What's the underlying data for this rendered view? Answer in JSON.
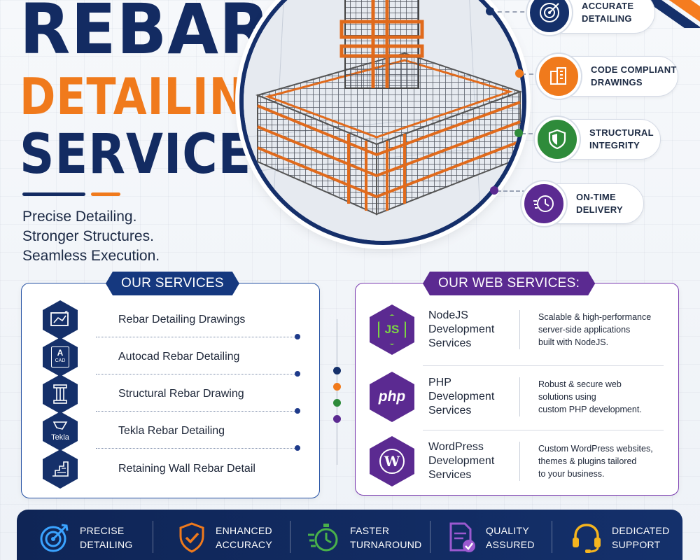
{
  "hero": {
    "title_line1": "REBAR",
    "title_line2": "DETAILING",
    "title_line3": "SERVICES",
    "tagline": [
      "Precise Detailing.",
      "Stronger Structures.",
      "Seamless Execution."
    ]
  },
  "features": [
    {
      "line1": "ACCURATE",
      "line2": "DETAILING",
      "icon": "target-icon",
      "color": "#15306a"
    },
    {
      "line1": "CODE COMPLIANT",
      "line2": "DRAWINGS",
      "icon": "building-icon",
      "color": "#f07a1c"
    },
    {
      "line1": "STRUCTURAL",
      "line2": "INTEGRITY",
      "icon": "shield-icon",
      "color": "#2e8b3a"
    },
    {
      "line1": "ON-TIME",
      "line2": "DELIVERY",
      "icon": "clock-icon",
      "color": "#5b2a91"
    }
  ],
  "services": {
    "heading": "OUR SERVICES",
    "items": [
      {
        "label": "Rebar Detailing Drawings",
        "icon": "drawing-icon"
      },
      {
        "label": "Autocad Rebar Detailing",
        "icon": "autocad-icon",
        "badge_top": "A",
        "badge_bottom": "CAD"
      },
      {
        "label": "Structural Rebar Drawing",
        "icon": "column-icon"
      },
      {
        "label": "Tekla Rebar Detailing",
        "icon": "tekla-icon",
        "badge": "Tekla"
      },
      {
        "label": "Retaining Wall Rebar Detail",
        "icon": "wall-icon"
      }
    ]
  },
  "web_services": {
    "heading": "OUR WEB SERVICES:",
    "items": [
      {
        "title": [
          "NodeJS",
          "Development",
          "Services"
        ],
        "desc": [
          "Scalable & high-performance",
          "server-side applications",
          "built with NodeJS."
        ],
        "icon": "nodejs-icon",
        "badge": "JS"
      },
      {
        "title": [
          "PHP",
          "Development",
          "Services"
        ],
        "desc": [
          "Robust & secure web",
          "solutions using",
          "custom PHP development."
        ],
        "icon": "php-icon",
        "badge": "php"
      },
      {
        "title": [
          "WordPress",
          "Development",
          "Services"
        ],
        "desc": [
          "Custom WordPress websites,",
          "themes & plugins tailored",
          "to your business."
        ],
        "icon": "wordpress-icon",
        "badge": "W"
      }
    ]
  },
  "bottom_bar": [
    {
      "line1": "PRECISE",
      "line2": "DETAILING",
      "icon": "target-arrow-icon",
      "color": "#3aa3ff"
    },
    {
      "line1": "ENHANCED",
      "line2": "ACCURACY",
      "icon": "shield-check-icon",
      "color": "#f07a1c"
    },
    {
      "line1": "FASTER",
      "line2": "TURNAROUND",
      "icon": "stopwatch-icon",
      "color": "#49b14a"
    },
    {
      "line1": "QUALITY",
      "line2": "ASSURED",
      "icon": "document-check-icon",
      "color": "#9b59d0"
    },
    {
      "line1": "DEDICATED",
      "line2": "SUPPORT",
      "icon": "headset-icon",
      "color": "#f5b41e"
    }
  ]
}
